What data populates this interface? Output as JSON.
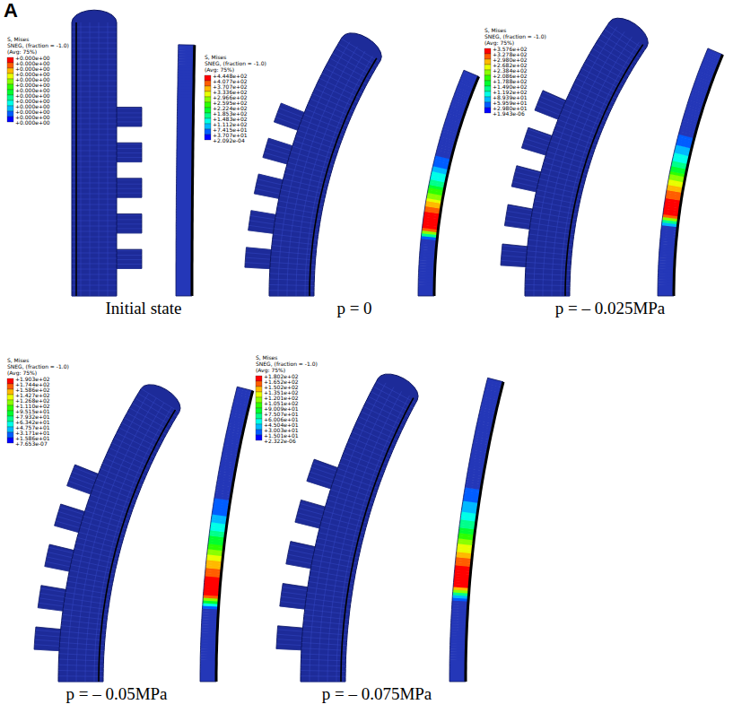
{
  "diagram": {
    "labels": [
      "A",
      "S, Mises",
      "SNEG, (fraction = -1.0)",
      "(Avg: 75%)",
      "+0.000e+00",
      "+0.000e+00",
      "+0.000e+00",
      "+0.000e+00",
      "+0.000e+00",
      "+0.000e+00",
      "+0.000e+00",
      "+0.000e+00",
      "+0.000e+00",
      "+0.000e+00",
      "+0.000e+00",
      "+0.000e+00",
      "+0.000e+00",
      "Initial state",
      "S, Mises",
      "SNEG, (fraction = -1.0)",
      "(Avg: 75%)",
      "+4.448e+02",
      "+4.077e+02",
      "+3.707e+02",
      "+3.336e+02",
      "+2.966e+02",
      "+2.595e+02",
      "+2.224e+02",
      "+1.853e+02",
      "+1.483e+02",
      "+1.112e+02",
      "+7.415e+01",
      "+3.707e+01",
      "+2.092e-04",
      "p = 0",
      "S, Mises",
      "SNEG, (fraction = -1.0)",
      "(Avg: 75%)",
      "+3.576e+02",
      "+3.278e+02",
      "+2.980e+02",
      "+2.682e+02",
      "+2.384e+02",
      "+2.086e+02",
      "+1.788e+02",
      "+1.490e+02",
      "+1.192e+02",
      "+8.939e+01",
      "+5.959e+01",
      "+2.980e+01",
      "+1.943e-06",
      "p = – 0.025MPa",
      "S, Mises",
      "SNEG, (fraction = -1.0)",
      "(Avg: 75%)",
      "+1.903e+02",
      "+1.744e+02",
      "+1.586e+02",
      "+1.427e+02",
      "+1.268e+02",
      "+1.110e+02",
      "+9.515e+01",
      "+7.932e+01",
      "+6.342e+01",
      "+4.757e+01",
      "+3.171e+01",
      "+1.586e+01",
      "+7.653e-07",
      "p = – 0.05MPa",
      "S, Mises",
      "SNEG, (fraction = -1.0)",
      "(Avg: 75%)",
      "+1.802e+02",
      "+1.652e+02",
      "+1.502e+02",
      "+1.351e+02",
      "+1.201e+02",
      "+1.051e+02",
      "+9.009e+01",
      "+7.507e+01",
      "+6.006e+01",
      "+4.504e+01",
      "+3.003e+01",
      "+1.501e+01",
      "+2.322e-06",
      "p = – 0.075MPa"
    ]
  }
}
